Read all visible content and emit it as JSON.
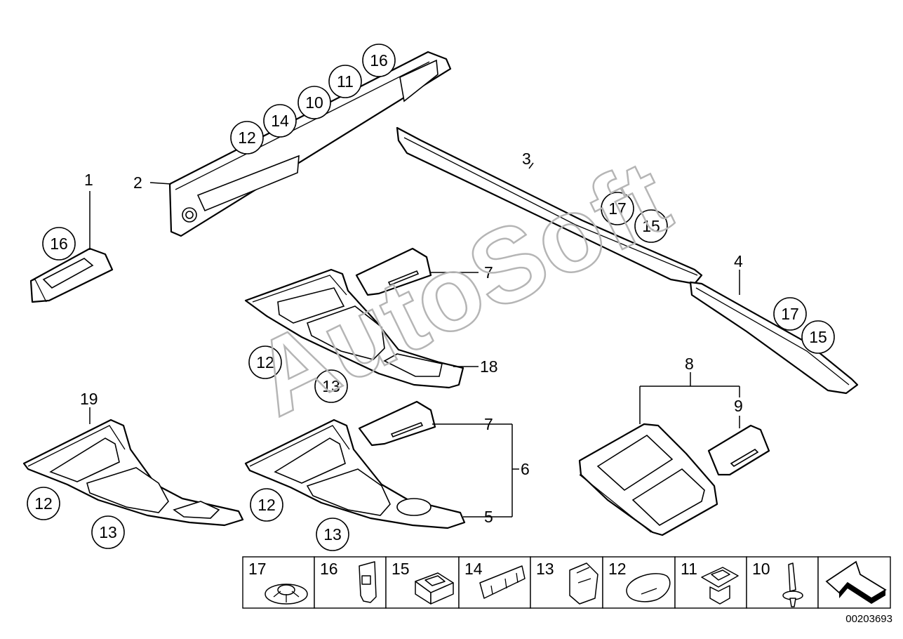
{
  "watermark": "AutoSoft",
  "diagram_code": "00203693",
  "callouts": [
    "1",
    "2",
    "3",
    "4",
    "5",
    "6",
    "7",
    "8",
    "9",
    "18",
    "19"
  ],
  "circle_labels": [
    "16",
    "12",
    "14",
    "10",
    "11",
    "16",
    "17",
    "15",
    "17",
    "15",
    "12",
    "13",
    "12",
    "13",
    "12",
    "13"
  ],
  "legend": [
    "17",
    "16",
    "15",
    "14",
    "13",
    "12",
    "11",
    "10"
  ]
}
